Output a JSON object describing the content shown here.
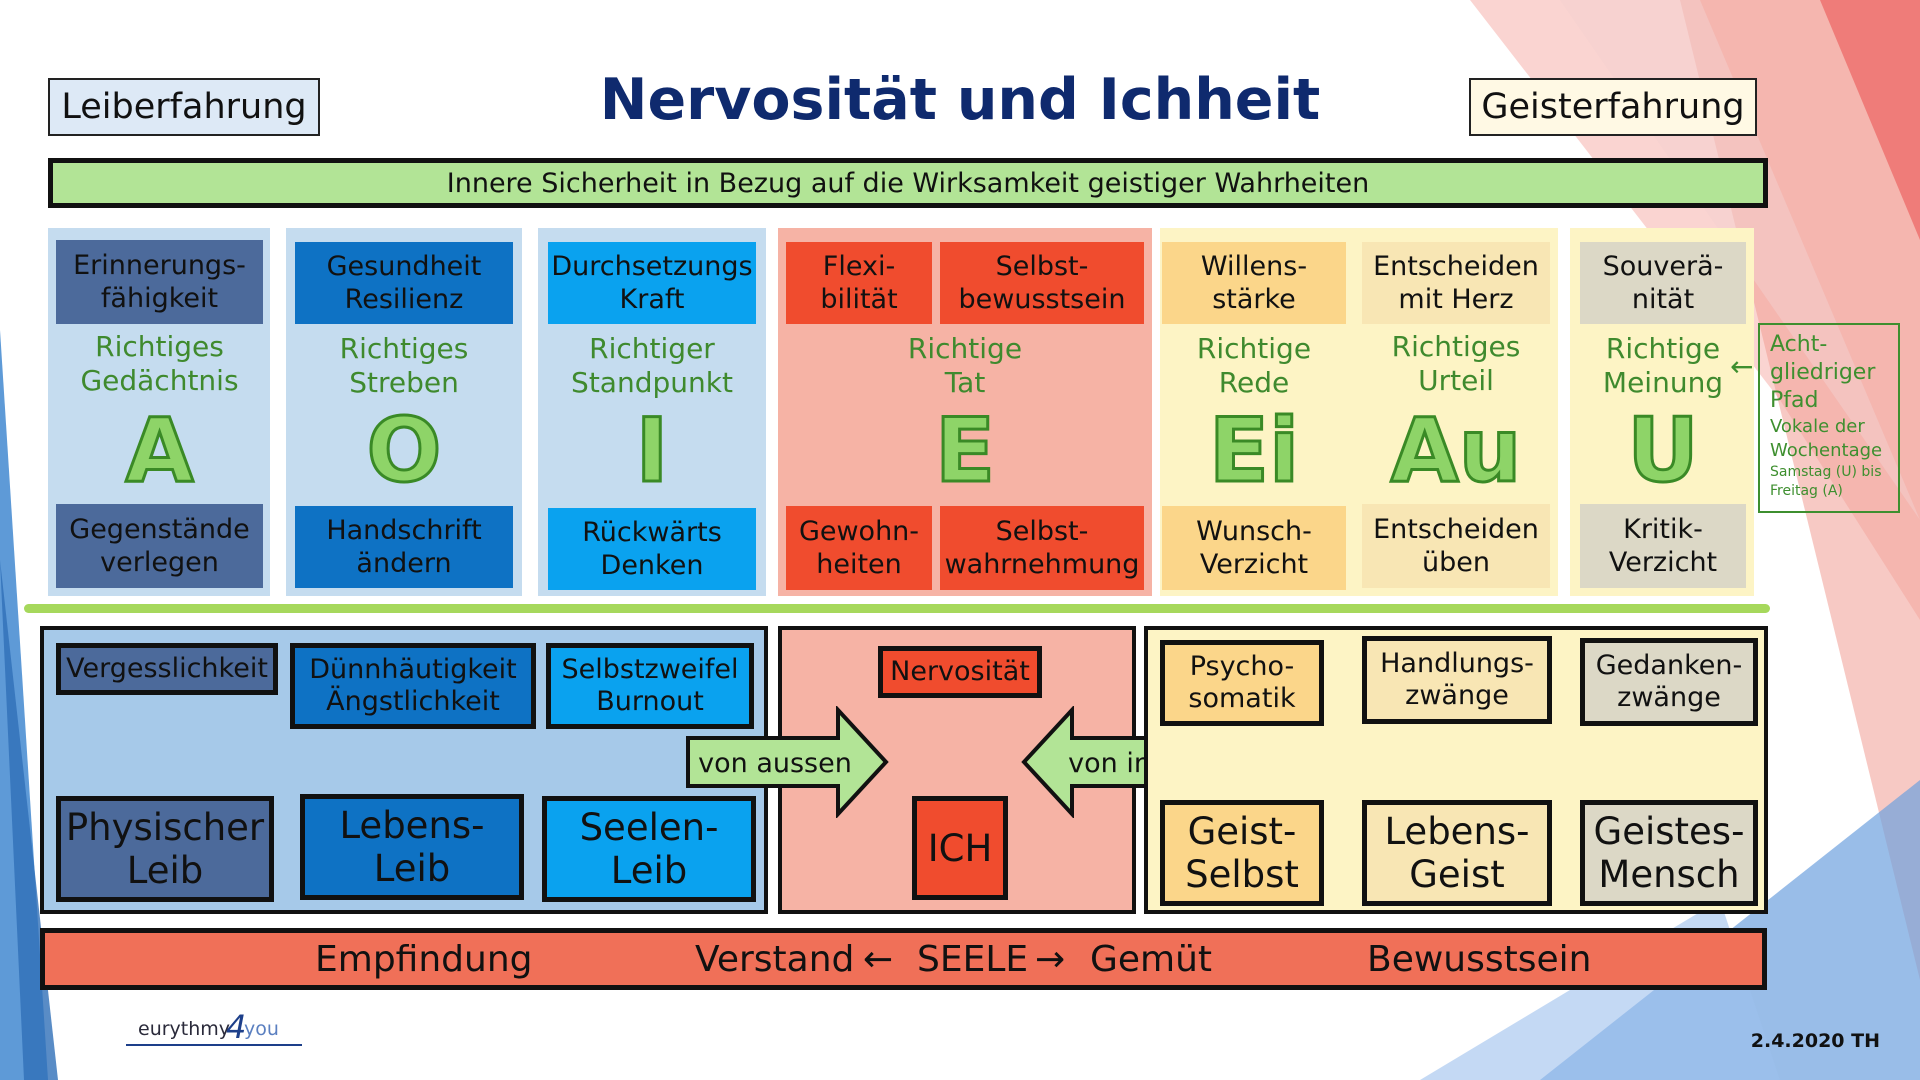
{
  "title": "Nervosität und Ichheit",
  "left_header": "Leiberfahrung",
  "right_header": "Geisterfahrung",
  "top_banner": "Innere Sicherheit in Bezug auf die Wirksamkeit geistiger Wahrheiten",
  "columns": [
    {
      "top": [
        "Erinnerungs-",
        "fähigkeit"
      ],
      "mid": [
        "Richtiges",
        "Gedächtnis"
      ],
      "vowel": "A",
      "bottom": [
        "Gegenstände",
        "verlegen"
      ]
    },
    {
      "top": [
        "Gesundheit",
        "Resilienz"
      ],
      "mid": [
        "Richtiges",
        "Streben"
      ],
      "vowel": "O",
      "bottom": [
        "Handschrift",
        "ändern"
      ]
    },
    {
      "top": [
        "Durchsetzungs",
        "Kraft"
      ],
      "mid": [
        "Richtiger",
        "Standpunkt"
      ],
      "vowel": "I",
      "bottom": [
        "Rückwärts",
        "Denken"
      ]
    },
    {
      "top_left": [
        "Flexi-",
        "bilität"
      ],
      "top_right": [
        "Selbst-",
        "bewusstsein"
      ],
      "mid": [
        "Richtige",
        "Tat"
      ],
      "vowel": "E",
      "bottom_left": [
        "Gewohn-",
        "heiten"
      ],
      "bottom_right": [
        "Selbst-",
        "wahrnehmung"
      ]
    },
    {
      "top": [
        "Willens-",
        "stärke"
      ],
      "mid": [
        "Richtige",
        "Rede"
      ],
      "vowel": "Ei",
      "bottom": [
        "Wunsch-",
        "Verzicht"
      ]
    },
    {
      "top": [
        "Entscheiden",
        "mit Herz"
      ],
      "mid": [
        "Richtiges",
        "Urteil"
      ],
      "vowel": "Au",
      "bottom": [
        "Entscheiden",
        "üben"
      ]
    },
    {
      "top": [
        "Souverä-",
        "nität"
      ],
      "mid": [
        "Richtige",
        "Meinung"
      ],
      "vowel": "U",
      "bottom": [
        "Kritik-",
        "Verzicht"
      ]
    }
  ],
  "side_note": {
    "arrow": "←",
    "title": [
      "Acht-",
      "gliedriger",
      "Pfad"
    ],
    "sub": [
      "Vokale der",
      "Wochentage"
    ],
    "small": [
      "Samstag (U) bis",
      "Freitag (A)"
    ]
  },
  "left_tags": [
    "Vergesslichkeit",
    "Dünnhäutigkeit",
    "Ängstlichkeit",
    "Selbstzweifel",
    "Burnout"
  ],
  "left_bodies": [
    [
      "Physischer",
      "Leib"
    ],
    [
      "Lebens-",
      "Leib"
    ],
    [
      "Seelen-",
      "Leib"
    ]
  ],
  "center": {
    "top": "Nervosität",
    "core": "ICH",
    "arrow_left": "von aussen",
    "arrow_right": "von innen"
  },
  "right_tags": [
    [
      "Psycho-",
      "somatik"
    ],
    [
      "Handlungs-",
      "zwänge"
    ],
    [
      "Gedanken-",
      "zwänge"
    ]
  ],
  "right_bodies": [
    [
      "Geist-",
      "Selbst"
    ],
    [
      "Lebens-",
      "Geist"
    ],
    [
      "Geistes-",
      "Mensch"
    ]
  ],
  "bottom_bar": {
    "left": "Empfindung",
    "mid_left": "Verstand",
    "arrow_l": "←",
    "mid": "SEELE",
    "arrow_r": "→",
    "mid_right": "Gemüt",
    "right": "Bewusstsein"
  },
  "logo": {
    "text_a": "eurythmy",
    "text_b": "4",
    "text_c": "you"
  },
  "date": "2.4.2020 TH",
  "colors": {
    "dark_blue": "#4c6a9b",
    "mid_blue": "#0e72c4",
    "light_blue": "#0aa2ef",
    "panel_blue": "#c5dcef",
    "red": "#f04c2e",
    "salmon": "#f6b3a5",
    "yellow": "#fbd68a",
    "pale_yellow": "#fdf4c5",
    "beige": "#f8e6b4",
    "grey": "#dcd8c6",
    "green": "#b2e496"
  }
}
